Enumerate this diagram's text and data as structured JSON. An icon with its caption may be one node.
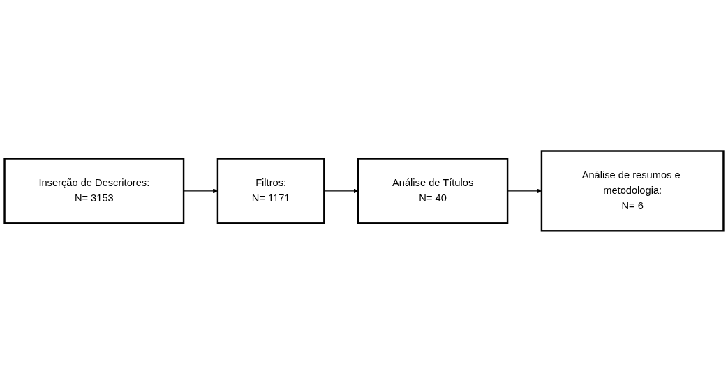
{
  "diagram": {
    "nodes": [
      {
        "text": [
          "Inserção de Descritores:",
          "N= 3153"
        ]
      },
      {
        "text": [
          "Filtros:",
          "N= 1171"
        ]
      },
      {
        "text": [
          "Análise de Títulos",
          "N= 40"
        ]
      },
      {
        "text": [
          "Análise de resumos e metodologia:",
          "N= 6"
        ]
      }
    ],
    "edges": [
      {
        "from": 0,
        "to": 1,
        "arrow": "to"
      },
      {
        "from": 1,
        "to": 2,
        "arrow": "to"
      },
      {
        "from": 2,
        "to": 3,
        "arrow": "to"
      }
    ]
  }
}
